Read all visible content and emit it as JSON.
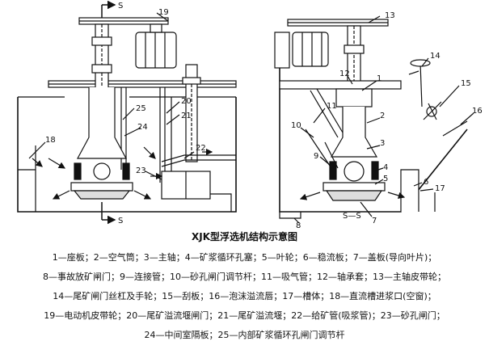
{
  "section_marks": {
    "s_top": "S",
    "s_bottom": "S",
    "s_s": "S—S"
  },
  "callouts": {
    "left": [
      "19",
      "25",
      "20",
      "21",
      "24",
      "18",
      "22",
      "23"
    ],
    "right": [
      "13",
      "12",
      "1",
      "14",
      "15",
      "16",
      "11",
      "2",
      "10",
      "3",
      "9",
      "4",
      "5",
      "6",
      "17",
      "7",
      "8"
    ]
  },
  "caption": "XJK型浮选机结构示意图",
  "legend_lines": [
    "1—座板；2—空气筒；3—主轴；4—矿浆循环孔塞；5—叶轮；6—稳流板；7—盖板(导向叶片)；",
    "8—事故放矿闸门；9—连接管；10—砂孔闸门调节杆；11—吸气管；12—轴承套；13—主轴皮带轮；",
    "14—尾矿闸门丝杠及手轮；15—刮板；16—泡沫溢流唇；17—槽体；18—直流槽进浆口(空窗)；",
    "19—电动机皮带轮；20—尾矿溢流堰闸门；21—尾矿溢流堰；22—给矿管(吸浆管)；23—砂孔闸门；",
    "24—中间室隔板；25—内部矿浆循环孔闸门调节杆"
  ]
}
